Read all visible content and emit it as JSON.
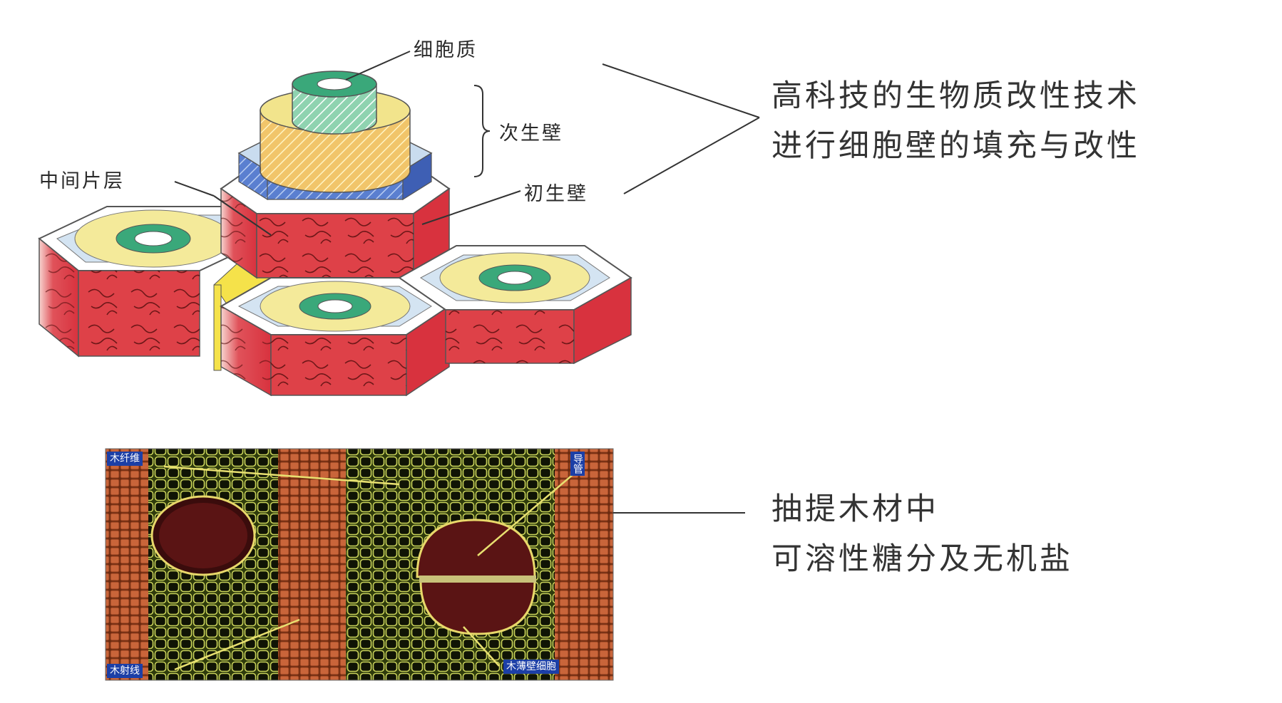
{
  "colors": {
    "red_wall": "#d93a44",
    "yellow_wall": "#f2e48c",
    "green_ring": "#3aa87a",
    "blue_layer": "#4f6fc6",
    "light_blue": "#c9dcef",
    "micro_bg": "#3b4a12",
    "micro_wood": "#b8542a",
    "tag_blue": "#1c3fa6",
    "leader": "#333333"
  },
  "top_diagram": {
    "labels": {
      "cytoplasm": "细胞质",
      "secondary_wall": "次生壁",
      "middle_lamella": "中间片层",
      "primary_wall": "初生壁"
    },
    "caption": {
      "line1": "高科技的生物质改性技术",
      "line2": "进行细胞壁的填充与改性"
    }
  },
  "bottom_image": {
    "tags": {
      "wood_fiber": "木纤维",
      "vessel": "导管",
      "wood_ray": "木射线",
      "parenchyma": "木薄壁细胞"
    },
    "caption": {
      "line1": "抽提木材中",
      "line2": "可溶性糖分及无机盐"
    }
  }
}
